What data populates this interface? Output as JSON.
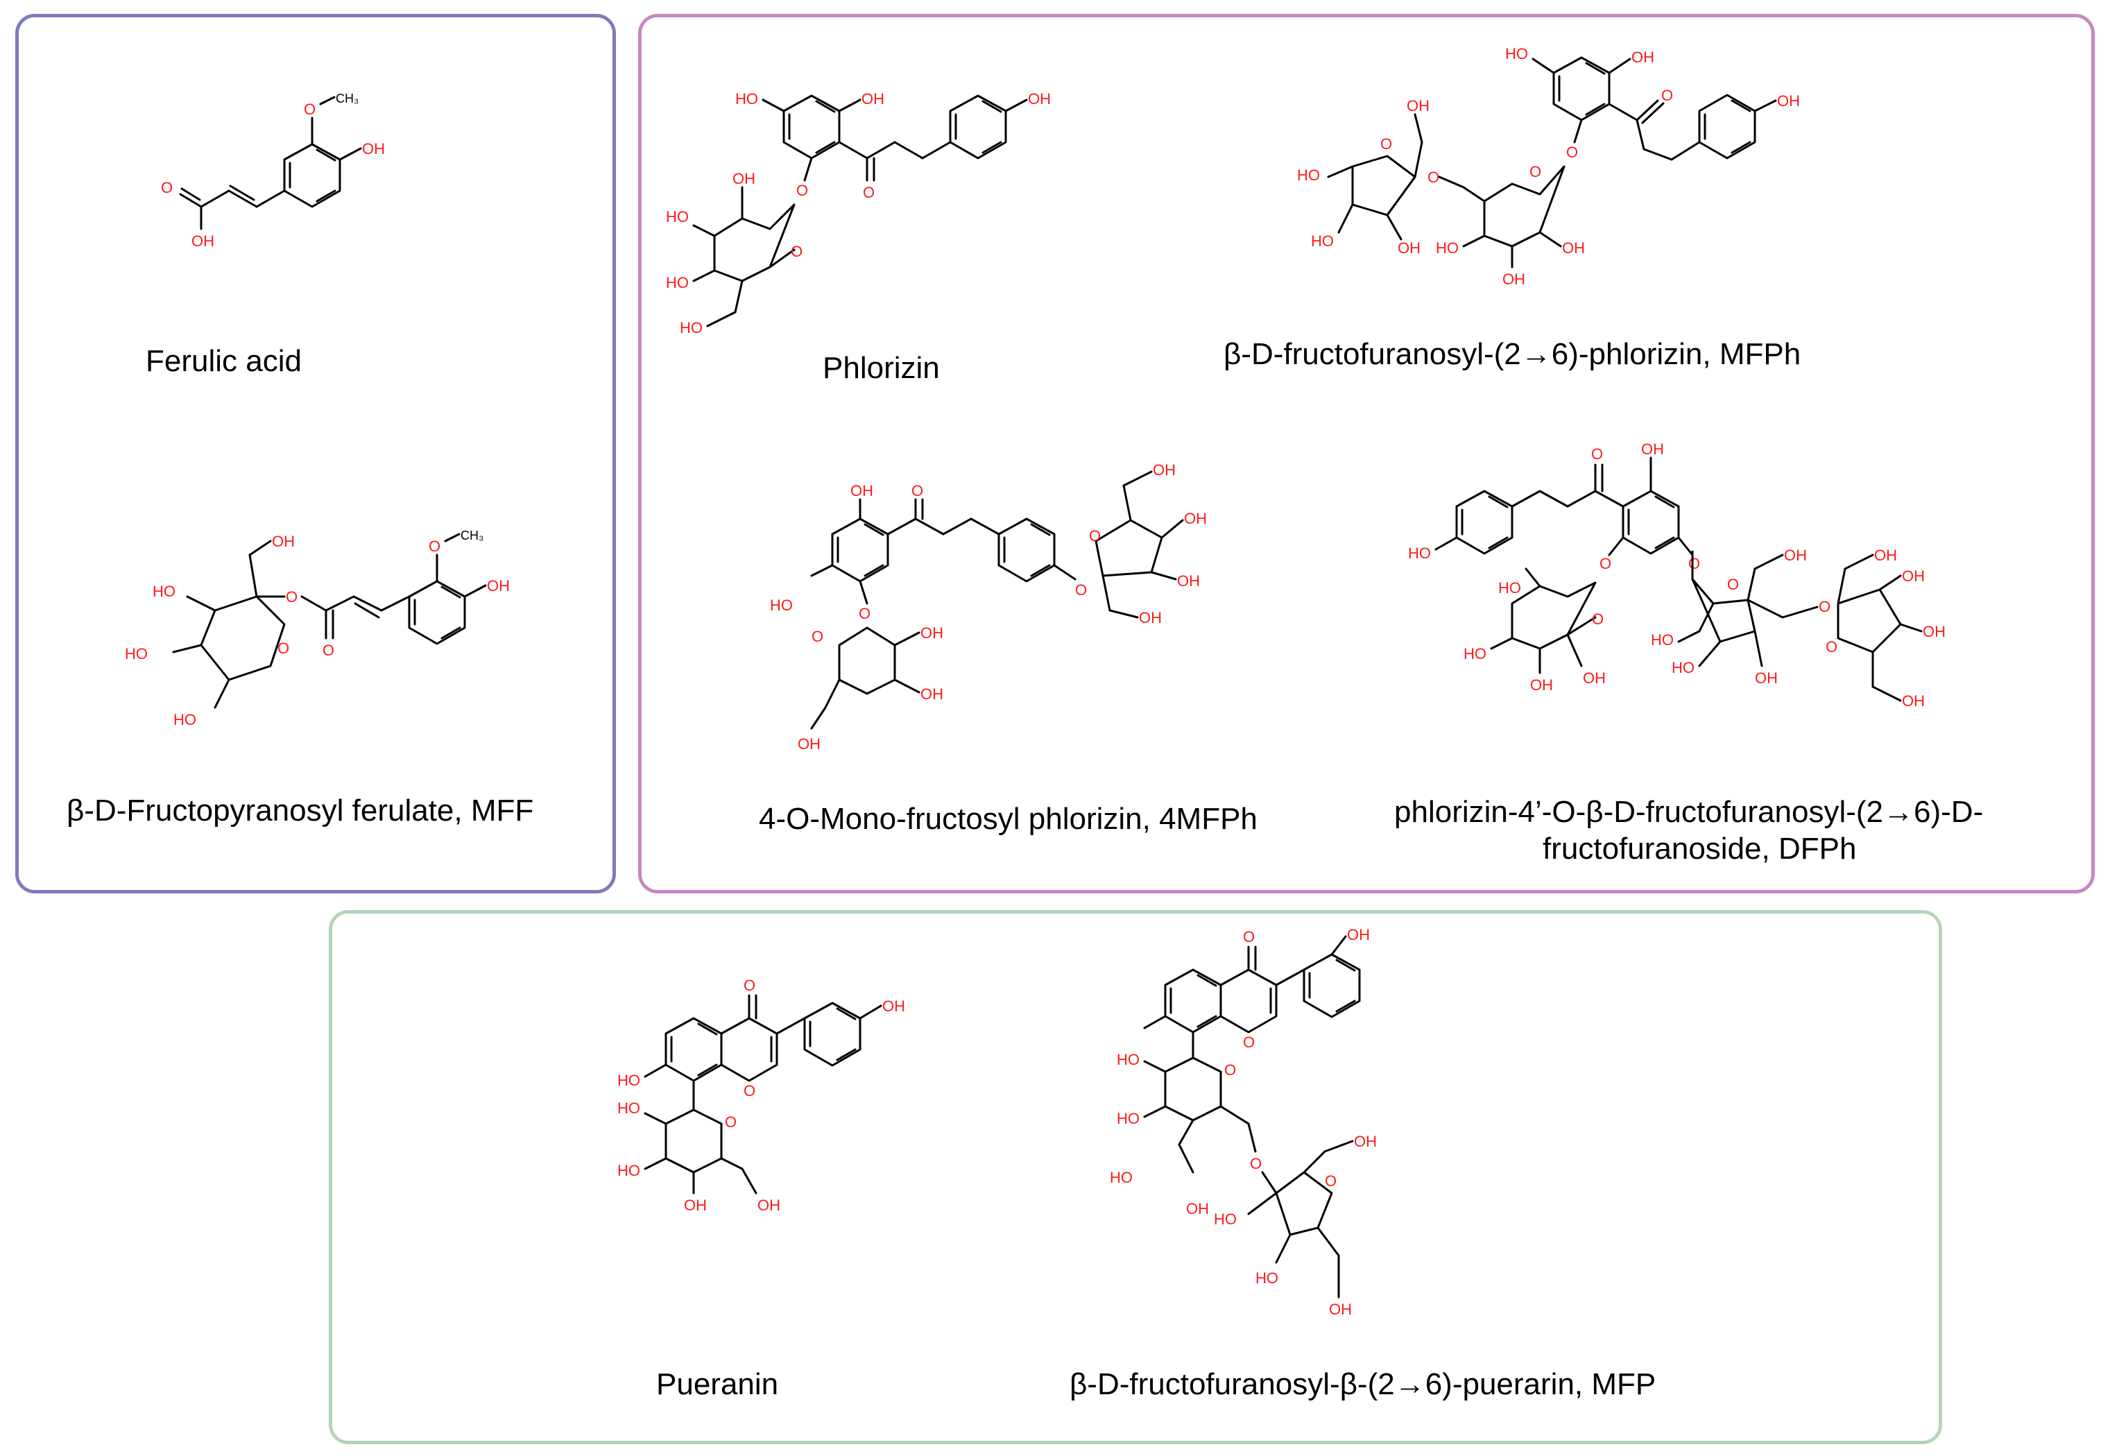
{
  "compounds": {
    "ferulic_acid": "Ferulic acid",
    "mff": "β-D-Fructopyranosyl ferulate, MFF",
    "phlorizin": "Phlorizin",
    "mfph": "β-D-fructofuranosyl-(2→6)-phlorizin, MFPh",
    "mfph4": "4-O-Mono-fructosyl phlorizin, 4MFPh",
    "dfph_line1": "phlorizin-4’-O-β-D-fructofuranosyl-(2→6)-D-",
    "dfph_line2": "fructofuranoside, DFPh",
    "puerarin": "Pueranin",
    "mfp": "β-D-fructofuranosyl-β-(2→6)-puerarin, MFP"
  },
  "atom_labels": {
    "hydroxyl": "OH",
    "hydroxyl_left": "HO",
    "oxygen": "O",
    "methyl": "CH₃"
  },
  "colors": {
    "ferulic_panel_border": "#7e7cbb",
    "phlorizin_panel_border": "#c888c2",
    "puerarin_panel_border": "#b4d4b8",
    "heteroatom": "#ff1a1a",
    "bond": "#000000"
  }
}
